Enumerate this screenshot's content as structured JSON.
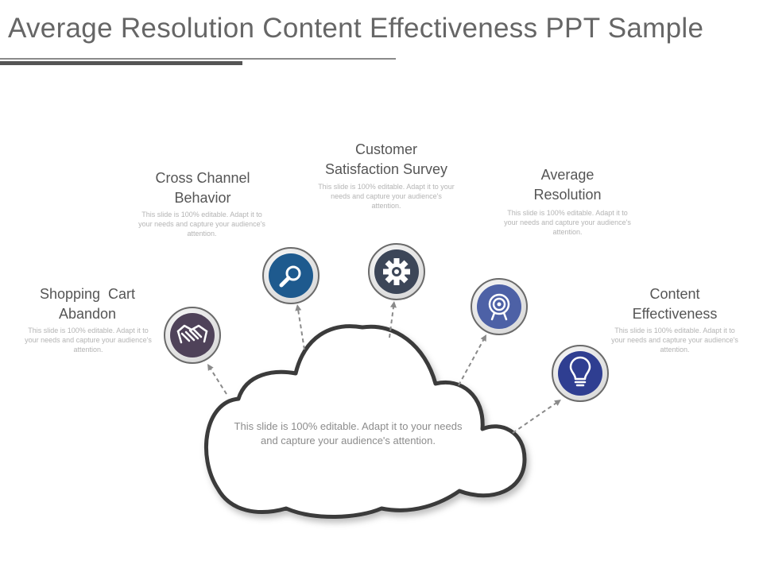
{
  "title": "Average Resolution Content Effectiveness PPT Sample",
  "center_text": "This slide is 100% editable. Adapt it to your needs and capture your audience's attention.",
  "nodes": [
    {
      "title_lines": [
        "Shopping  Cart",
        "Abandon"
      ],
      "text": "This slide is 100% editable. Adapt it to your needs and capture your audience's attention.",
      "icon": "handshake-icon",
      "color": "#4f4259"
    },
    {
      "title_lines": [
        "Cross Channel",
        "Behavior"
      ],
      "text": "This slide is 100% editable. Adapt it to your needs and capture your audience's attention.",
      "icon": "magnifier-icon",
      "color": "#1e5a8e"
    },
    {
      "title_lines": [
        "Customer",
        "Satisfaction Survey"
      ],
      "text": "This slide is 100% editable. Adapt it to your needs and capture your audience's attention.",
      "icon": "gear-icon",
      "color": "#3c4658"
    },
    {
      "title_lines": [
        "Average",
        "Resolution"
      ],
      "text": "This slide is 100% editable. Adapt it to your needs and capture your audience's attention.",
      "icon": "target-icon",
      "color": "#4d61a6"
    },
    {
      "title_lines": [
        "Content",
        "Effectiveness"
      ],
      "text": "This slide is 100% editable. Adapt it to your needs and capture your audience's attention.",
      "icon": "lightbulb-icon",
      "color": "#2f3e91"
    }
  ]
}
